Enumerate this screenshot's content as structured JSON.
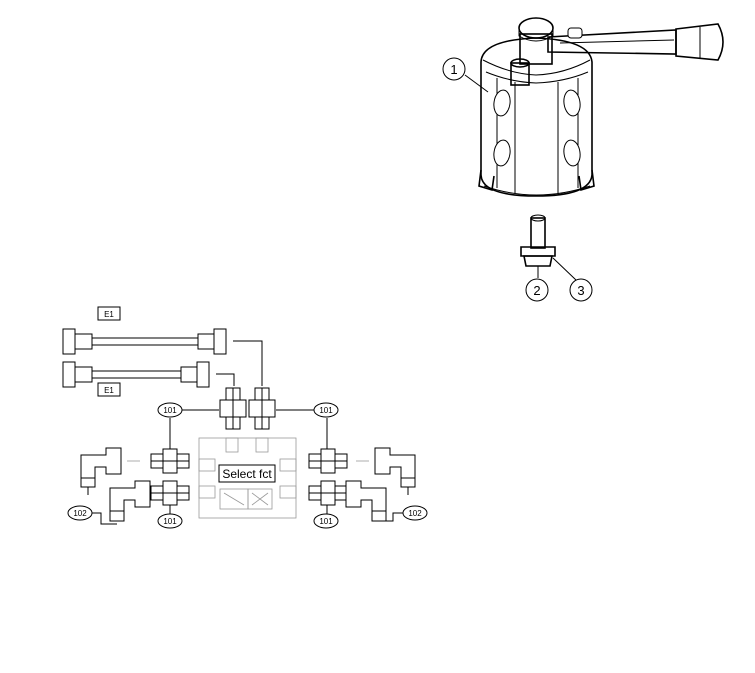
{
  "diagram": {
    "valve_callouts": [
      "1",
      "2",
      "3"
    ],
    "hose_labels": [
      "E1",
      "E1"
    ],
    "fitting_callouts": {
      "upper_left": "101",
      "upper_right": "101",
      "lower_left": "101",
      "lower_right": "101",
      "elbow_left": "102",
      "elbow_right": "102"
    },
    "center_block_button": "Select fct"
  },
  "colors": {
    "line": "#000000",
    "hidden_line": "#9a9a9a",
    "background": "#ffffff"
  }
}
